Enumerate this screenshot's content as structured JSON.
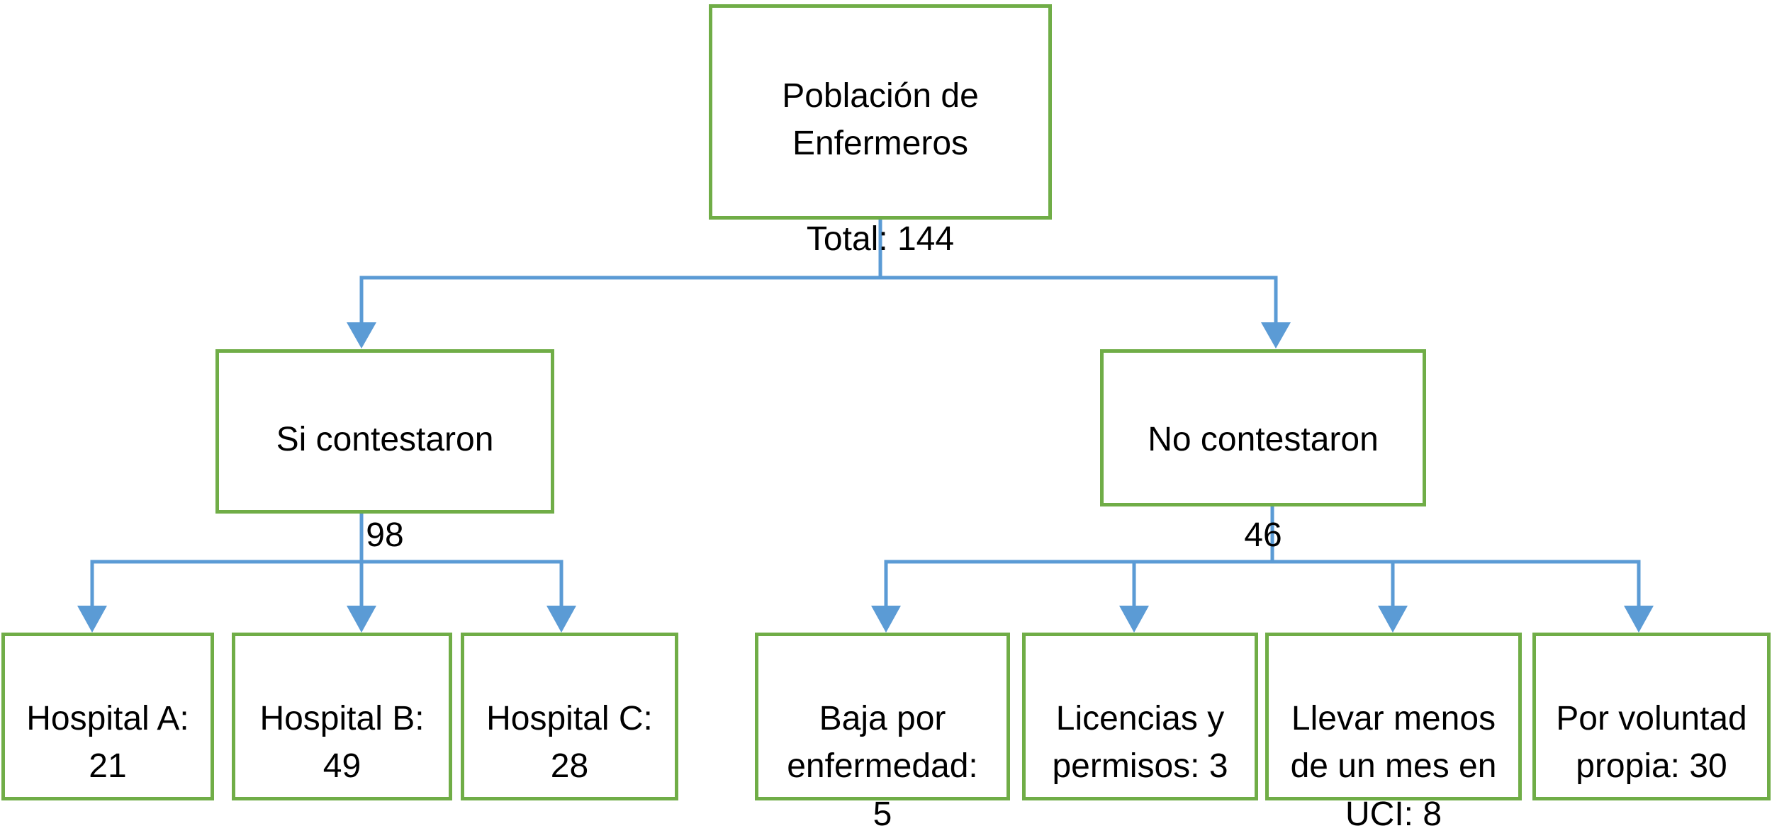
{
  "colors": {
    "box_border_green": "#70AD47",
    "connector_blue": "#5B9BD5",
    "text": "#000000",
    "background": "#FFFFFF"
  },
  "nodes": {
    "root": {
      "text_lines": [
        "Población de",
        "Enfermeros",
        "",
        "Total: 144"
      ],
      "label": "Población de Enfermeros",
      "total": 144
    },
    "responded": {
      "text_lines": [
        "Si contestaron",
        "",
        "98"
      ],
      "label": "Si contestaron",
      "count": 98
    },
    "not_responded": {
      "text_lines": [
        "No contestaron",
        "",
        "46"
      ],
      "label": "No contestaron",
      "count": 46
    },
    "hospital_a": {
      "text_lines": [
        "Hospital A:",
        "21"
      ],
      "label": "Hospital A",
      "count": 21
    },
    "hospital_b": {
      "text_lines": [
        "Hospital B:",
        "49"
      ],
      "label": "Hospital B",
      "count": 49
    },
    "hospital_c": {
      "text_lines": [
        "Hospital C:",
        "28"
      ],
      "label": "Hospital C",
      "count": 28
    },
    "baja_enfermedad": {
      "text_lines": [
        "Baja por",
        "enfermedad:",
        "5"
      ],
      "label": "Baja por enfermedad",
      "count": 5
    },
    "licencias": {
      "text_lines": [
        "Licencias y",
        "permisos: 3"
      ],
      "label": "Licencias y permisos",
      "count": 3
    },
    "menos_un_mes": {
      "text_lines": [
        "Llevar menos",
        "de un mes en",
        "UCI: 8"
      ],
      "label": "Llevar menos de un mes en UCI",
      "count": 8
    },
    "voluntad_propia": {
      "text_lines": [
        "Por voluntad",
        "propia: 30"
      ],
      "label": "Por voluntad propia",
      "count": 30
    }
  },
  "edges": [
    [
      "root",
      "responded"
    ],
    [
      "root",
      "not_responded"
    ],
    [
      "responded",
      "hospital_a"
    ],
    [
      "responded",
      "hospital_b"
    ],
    [
      "responded",
      "hospital_c"
    ],
    [
      "not_responded",
      "baja_enfermedad"
    ],
    [
      "not_responded",
      "licencias"
    ],
    [
      "not_responded",
      "menos_un_mes"
    ],
    [
      "not_responded",
      "voluntad_propia"
    ]
  ]
}
